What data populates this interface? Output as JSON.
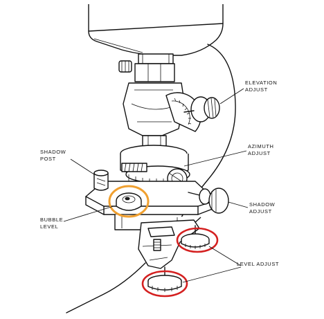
{
  "labels": {
    "elevation_line1": "ELEVATION",
    "elevation_line2": "ADJUST",
    "azimuth_line1": "AZIMUTH",
    "azimuth_line2": "ADJUST",
    "shadow_post_line1": "SHADOW",
    "shadow_post_line2": "POST",
    "shadow_adjust_line1": "SHADOW",
    "shadow_adjust_line2": "ADJUST",
    "bubble_level_line1": "BUBBLE",
    "bubble_level_line2": "LEVEL",
    "level_adjust": "LEVEL ADJUST"
  },
  "colors": {
    "line": "#111111",
    "highlight_bubble": "#F0A030",
    "highlight_level_adjust": "#D42020",
    "background": "#FFFFFF"
  }
}
